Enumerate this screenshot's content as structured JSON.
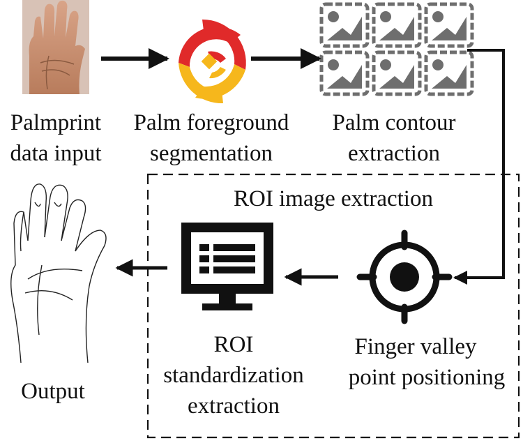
{
  "diagram": {
    "nodes": [
      {
        "id": "input",
        "label_lines": [
          "Palmprint",
          "data input"
        ],
        "icon": "palm-photo-icon"
      },
      {
        "id": "segmentation",
        "label_lines": [
          "Palm foreground",
          "segmentation"
        ],
        "icon": "swirl-logo-icon"
      },
      {
        "id": "contour",
        "label_lines": [
          "Palm contour",
          "extraction"
        ],
        "icon": "image-grid-icon"
      },
      {
        "id": "finger_valley",
        "label_lines": [
          "Finger valley",
          "point positioning"
        ],
        "icon": "crosshair-target-icon"
      },
      {
        "id": "standardization",
        "label_lines": [
          "ROI",
          "standardization",
          "extraction"
        ],
        "icon": "monitor-icon"
      },
      {
        "id": "output",
        "label_lines": [
          "Output"
        ],
        "icon": "palm-sketch-icon"
      }
    ],
    "group": {
      "label": "ROI image extraction",
      "border": "dashed"
    },
    "edges": [
      {
        "from": "input",
        "to": "segmentation"
      },
      {
        "from": "segmentation",
        "to": "contour"
      },
      {
        "from": "contour",
        "to": "finger_valley"
      },
      {
        "from": "finger_valley",
        "to": "standardization"
      },
      {
        "from": "standardization",
        "to": "output"
      }
    ]
  },
  "colors": {
    "ink": "#111111",
    "swirl_red": "#e02a2a",
    "swirl_yellow": "#f6b71c",
    "grid_gray": "#6e6e6e",
    "skin": "#c9906f"
  }
}
